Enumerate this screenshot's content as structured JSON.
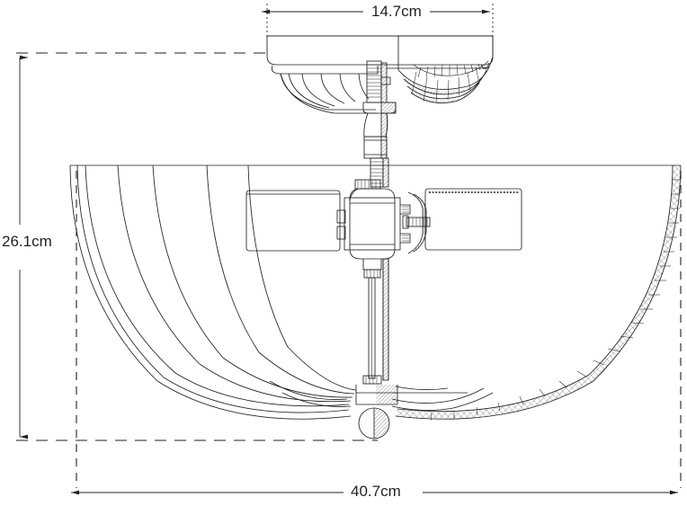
{
  "drawing": {
    "type": "technical-dimension-drawing",
    "subject": "semi-flush ceiling light fixture cross-section",
    "background_color": "#ffffff",
    "line_color": "#231f20",
    "dimension_line_color": "#231f20",
    "dimensions": {
      "width_top": {
        "label": "14.7cm",
        "value": 14.7,
        "unit": "cm",
        "orientation": "horizontal",
        "position": "top",
        "describes": "ceiling canopy diameter"
      },
      "height_left": {
        "label": "26.1cm",
        "value": 26.1,
        "unit": "cm",
        "orientation": "vertical",
        "position": "left",
        "describes": "overall fixture height"
      },
      "width_bottom": {
        "label": "40.7cm",
        "value": 40.7,
        "unit": "cm",
        "orientation": "horizontal",
        "position": "bottom",
        "describes": "overall shade diameter"
      }
    },
    "parts": [
      {
        "name": "ceiling-canopy",
        "description": "fluted dome canopy mounted to ceiling"
      },
      {
        "name": "center-stem",
        "description": "threaded connecting stem"
      },
      {
        "name": "bowl-shade",
        "description": "ribbed glass bowl shade shown in half-section"
      },
      {
        "name": "socket-housing",
        "description": "central lamp socket body"
      },
      {
        "name": "lamp-tube-left",
        "description": "horizontal lamp tube, left"
      },
      {
        "name": "lamp-tube-right",
        "description": "horizontal lamp tube, right"
      },
      {
        "name": "bottom-finial",
        "description": "spherical finial at shade base"
      }
    ]
  }
}
